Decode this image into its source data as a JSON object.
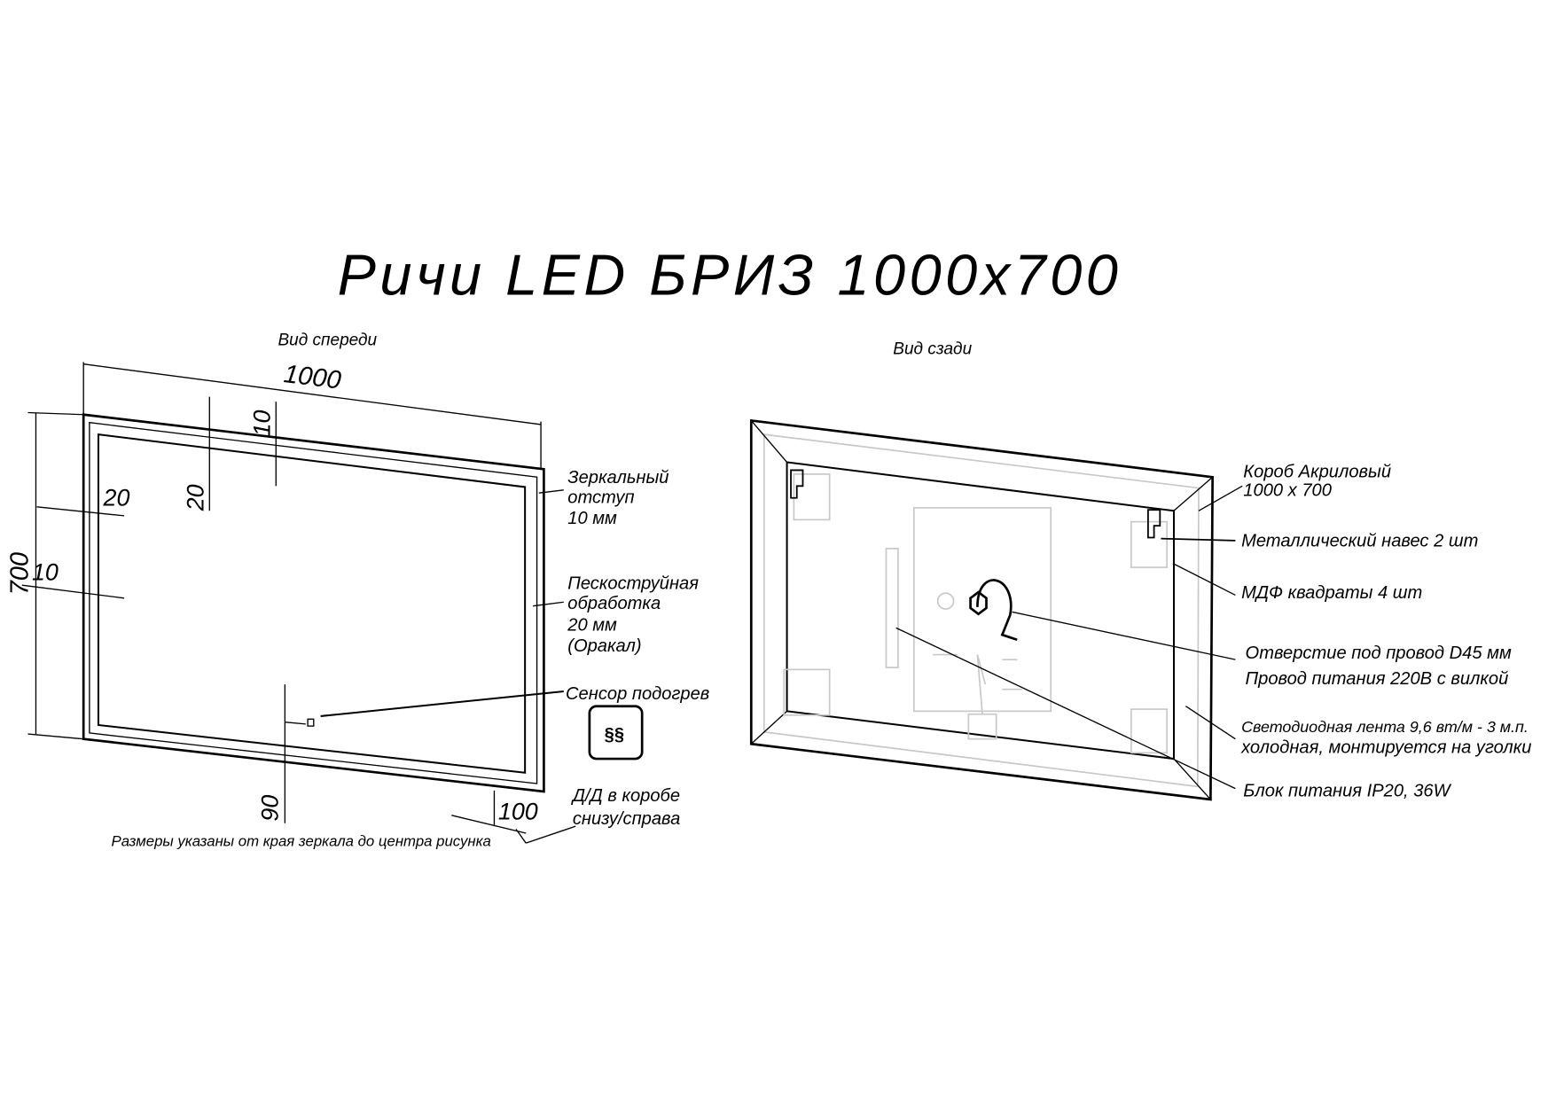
{
  "title": "Ричи LED БРИЗ 1000x700",
  "front": {
    "heading": "Вид спереди",
    "dims": {
      "width": "1000",
      "height": "700",
      "top_20": "20",
      "top_10": "10",
      "left_20": "20",
      "left_10": "10",
      "bottom_90": "90",
      "corner_100": "100"
    },
    "labels": {
      "mirror_1": "Зеркальный",
      "mirror_2": "отступ",
      "mirror_3": "10 мм",
      "sand_1": "Пескоструйная",
      "sand_2": "обработка",
      "sand_3": "20 мм",
      "sand_4": "(Оракал)",
      "sensor": "Сенсор подогрев",
      "dd_1": "Д/Д в коробе",
      "dd_2": "снизу/справа"
    },
    "footnote": "Размеры указаны от края зеркала до центра рисунка"
  },
  "back": {
    "heading": "Вид сзади",
    "labels": {
      "box_1": "Короб Акриловый",
      "box_2": "1000 x 700",
      "hanger": "Металлический навес 2 шт",
      "mdf": "МДФ квадраты 4 шт",
      "hole": "Отверстие под провод D45 мм",
      "cable": "Провод питания 220В с вилкой",
      "led_1": "Светодиодная лента 9,6 вт/м - 3 м.п.",
      "led_2": "холодная, монтируется на уголки",
      "psu": "Блок питания IP20, 36W"
    }
  }
}
